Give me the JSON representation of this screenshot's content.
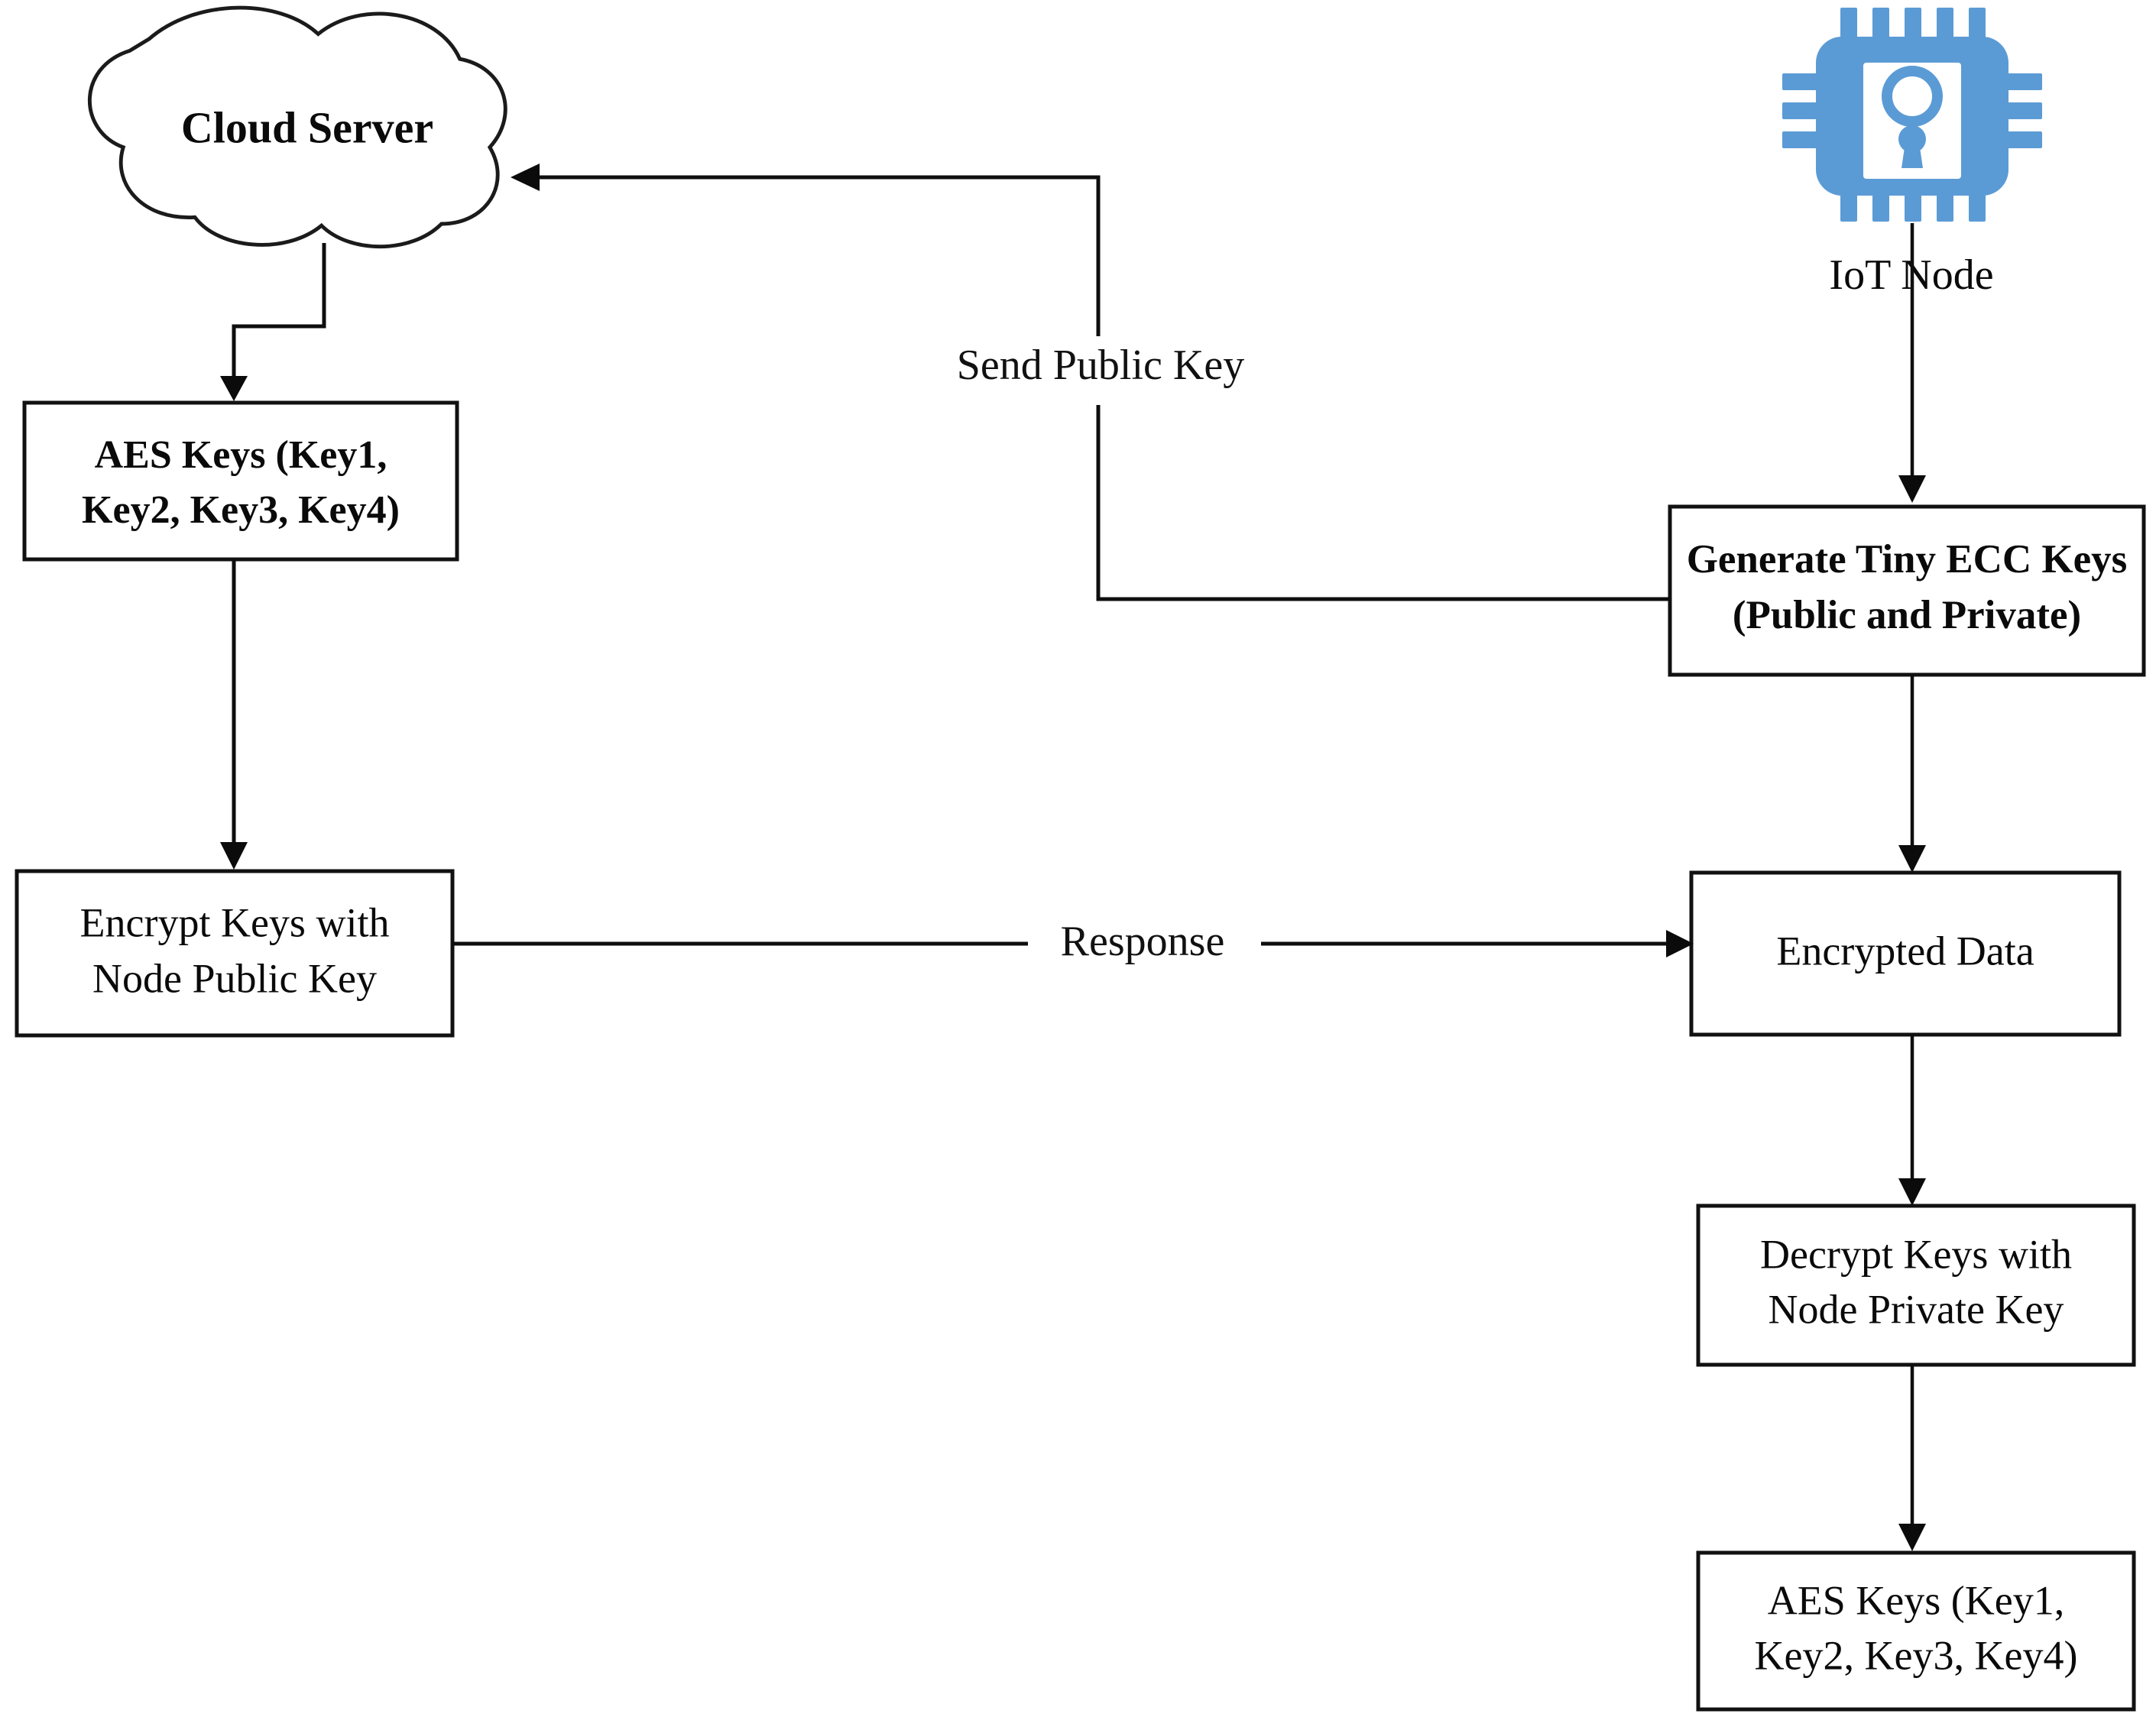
{
  "diagram": {
    "title": "IoT Node and Cloud Server key exchange flow",
    "colors": {
      "iot_icon": "#5b9bd5",
      "stroke": "#111111",
      "background": "#ffffff"
    },
    "nodes": {
      "cloud_server": {
        "label": "Cloud Server",
        "shape": "cloud",
        "bold": true
      },
      "iot_node": {
        "label": "IoT Node",
        "shape": "icon-label",
        "icon": "microchip-lock-icon",
        "bold": false
      },
      "aes_keys_cloud": {
        "line1": "AES Keys (Key1,",
        "line2": "Key2, Key3, Key4)",
        "shape": "rectangle",
        "bold": true
      },
      "encrypt_keys": {
        "line1": "Encrypt Keys with",
        "line2": "Node Public Key",
        "shape": "rectangle",
        "bold": false
      },
      "generate_ecc": {
        "line1": "Generate Tiny ECC Keys",
        "line2": "(Public and Private)",
        "shape": "rectangle",
        "bold": true
      },
      "encrypted_data": {
        "line1": "Encrypted Data",
        "line2": "",
        "shape": "rectangle",
        "bold": false
      },
      "decrypt_keys": {
        "line1": "Decrypt Keys with",
        "line2": "Node Private Key",
        "shape": "rectangle",
        "bold": false
      },
      "aes_keys_node": {
        "line1": "AES Keys (Key1,",
        "line2": "Key2, Key3, Key4)",
        "shape": "rectangle",
        "bold": false
      }
    },
    "edges": {
      "send_public_key": {
        "label": "Send Public Key",
        "from": "generate_ecc",
        "to": "cloud_server"
      },
      "response": {
        "label": "Response",
        "from": "encrypt_keys",
        "to": "encrypted_data"
      },
      "cloud_to_aes": {
        "label": "",
        "from": "cloud_server",
        "to": "aes_keys_cloud"
      },
      "aes_to_encrypt": {
        "label": "",
        "from": "aes_keys_cloud",
        "to": "encrypt_keys"
      },
      "iot_to_ecc": {
        "label": "",
        "from": "iot_node",
        "to": "generate_ecc"
      },
      "ecc_to_encrypted": {
        "label": "",
        "from": "generate_ecc",
        "to": "encrypted_data"
      },
      "encrypted_to_decrypt": {
        "label": "",
        "from": "encrypted_data",
        "to": "decrypt_keys"
      },
      "decrypt_to_aes": {
        "label": "",
        "from": "decrypt_keys",
        "to": "aes_keys_node"
      }
    }
  }
}
